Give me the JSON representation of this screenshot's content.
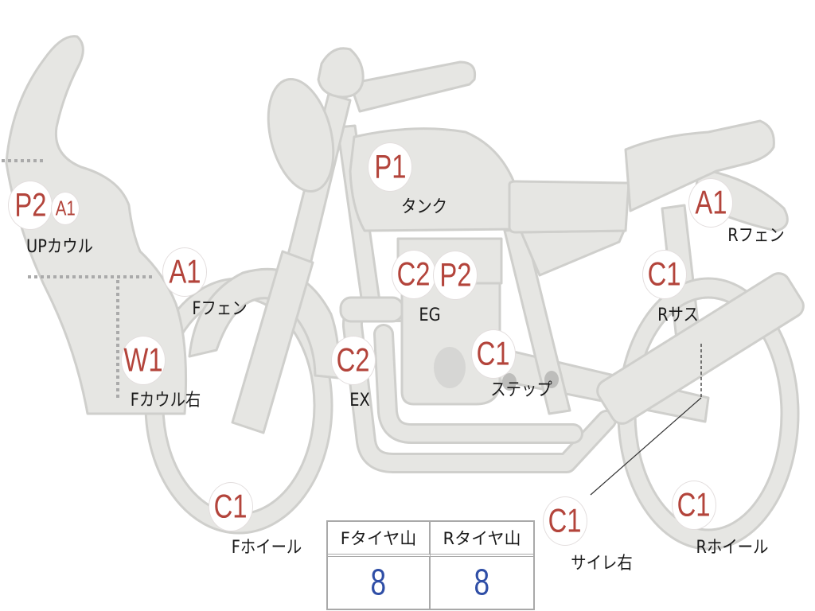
{
  "parts": [
    {
      "name": "UPカウル",
      "codes": [
        "P2",
        "A1"
      ]
    },
    {
      "name": "Fフェン",
      "codes": [
        "A1"
      ]
    },
    {
      "name": "Fカウル右",
      "codes": [
        "W1"
      ]
    },
    {
      "name": "Fホイール",
      "codes": [
        "C1"
      ]
    },
    {
      "name": "タンク",
      "codes": [
        "P1"
      ]
    },
    {
      "name": "EG",
      "codes": [
        "C2",
        "P2"
      ]
    },
    {
      "name": "EX",
      "codes": [
        "C2"
      ]
    },
    {
      "name": "ステップ",
      "codes": [
        "C1"
      ]
    },
    {
      "name": "Rフェン",
      "codes": [
        "A1"
      ]
    },
    {
      "name": "Rサス",
      "codes": [
        "C1"
      ]
    },
    {
      "name": "サイレ右",
      "codes": [
        "C1"
      ]
    },
    {
      "name": "Rホイール",
      "codes": [
        "C1"
      ]
    }
  ],
  "tire_table": {
    "headers": [
      "Fタイヤ山",
      "Rタイヤ山"
    ],
    "values": [
      "8",
      "8"
    ]
  },
  "colors": {
    "code_text": "#b3443b",
    "value_text": "#2f4ea6",
    "body_fill": "#e6e6e3",
    "body_stroke": "#cfcfcc",
    "table_border": "#a9a9a9"
  }
}
